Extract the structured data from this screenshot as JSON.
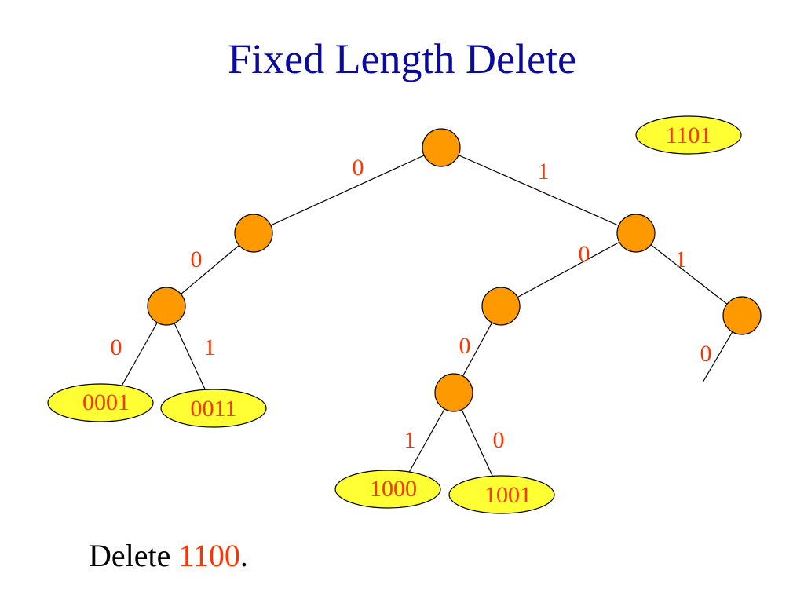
{
  "title": "Fixed Length Delete",
  "colors": {
    "title": "#0a0a9e",
    "node_fill": "#ff9900",
    "leaf_fill": "#ffff33",
    "label": "#ff3300",
    "text": "#000000"
  },
  "edge_labels": [
    "0",
    "1",
    "0",
    "0",
    "1",
    "0",
    "1",
    "0",
    "0",
    "1",
    "0"
  ],
  "leaf_labels": [
    "1101",
    "0001",
    "0011",
    "1000",
    "1001"
  ],
  "caption": {
    "prefix": "Delete ",
    "key": "1100",
    "suffix": "."
  }
}
